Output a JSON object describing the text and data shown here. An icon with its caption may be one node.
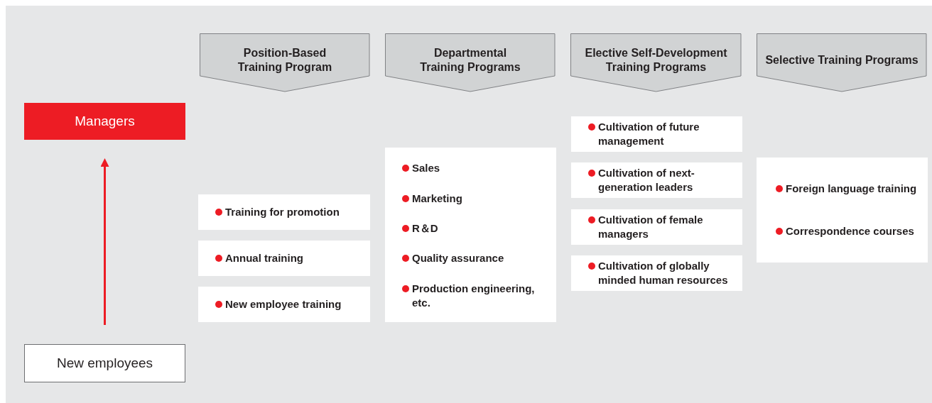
{
  "diagram": {
    "nodes": [
      {
        "text": [
          "Managers"
        ]
      },
      {
        "text": [
          "New employees"
        ]
      },
      {
        "text": [
          "Position-Based Training Program"
        ]
      },
      {
        "text": [
          "Departmental Training Programs"
        ]
      },
      {
        "text": [
          "Elective Self-Development Training Programs"
        ]
      },
      {
        "text": [
          "Selective Training Programs"
        ]
      },
      {
        "text": [
          "Training for promotion"
        ]
      },
      {
        "text": [
          "Annual training"
        ]
      },
      {
        "text": [
          "New employee training"
        ]
      },
      {
        "text": [
          "Sales",
          "Marketing",
          "R＆D",
          "Quality assurance",
          "Production engineering, etc."
        ]
      },
      {
        "text": [
          "Cultivation of future management"
        ]
      },
      {
        "text": [
          "Cultivation of next-generation leaders"
        ]
      },
      {
        "text": [
          "Cultivation of female managers"
        ]
      },
      {
        "text": [
          "Cultivation of globally minded human resources"
        ]
      },
      {
        "text": [
          "Foreign language training",
          "Correspondence courses"
        ]
      }
    ],
    "edges": [
      {
        "from": 1,
        "to": 0,
        "arrow": "to"
      }
    ]
  }
}
